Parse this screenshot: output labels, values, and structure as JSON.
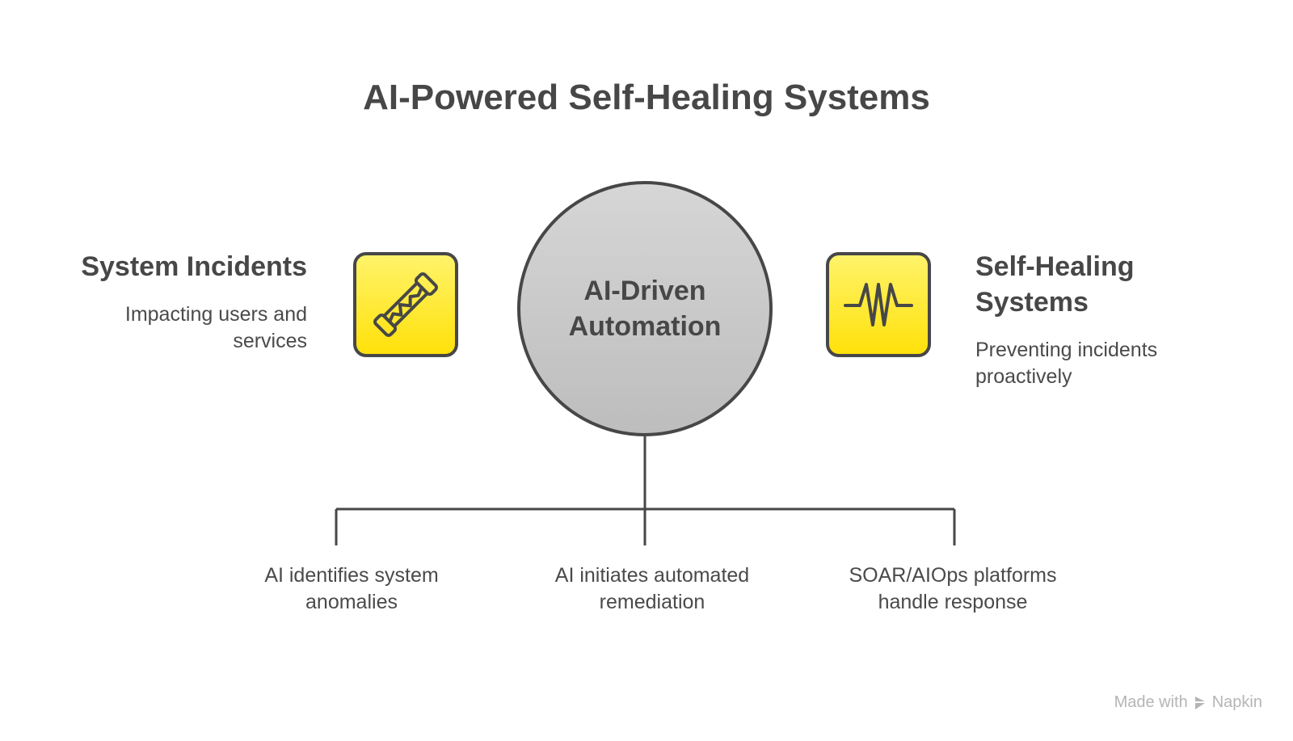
{
  "title": "AI-Powered Self-Healing Systems",
  "center": {
    "line1": "AI-Driven",
    "line2": "Automation",
    "icon": "circle"
  },
  "left": {
    "heading": "System Incidents",
    "description": "Impacting users and services",
    "icon": "broken-tube-icon"
  },
  "right": {
    "heading1": "Self-Healing",
    "heading2": "Systems",
    "description": "Preventing incidents proactively",
    "icon": "pulse-icon"
  },
  "branches": [
    {
      "line1": "AI identifies system",
      "line2": "anomalies"
    },
    {
      "line1": "AI initiates automated",
      "line2": "remediation"
    },
    {
      "line1": "SOAR/AIOps platforms",
      "line2": "handle response"
    }
  ],
  "watermark": {
    "prefix": "Made with",
    "brand": "Napkin"
  },
  "colors": {
    "accent": "#ffe10a",
    "stroke": "#474747",
    "circle": "#c8c8c8"
  }
}
